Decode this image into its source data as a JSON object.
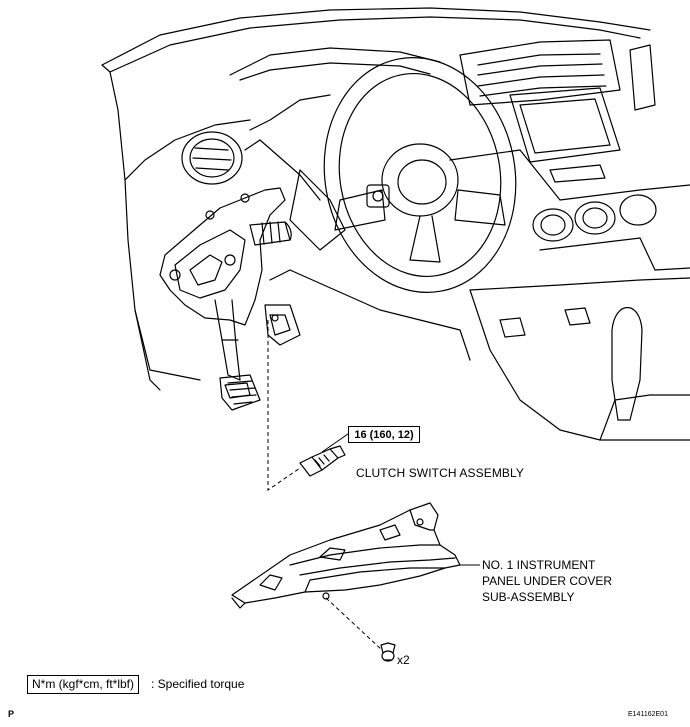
{
  "labels": {
    "torque_value": "16 (160, 12)",
    "clutch_switch": "CLUTCH SWITCH ASSEMBLY",
    "instrument_panel": [
      "NO. 1 INSTRUMENT",
      "PANEL UNDER COVER",
      "SUB-ASSEMBLY"
    ],
    "quantity": "x2"
  },
  "legend": {
    "box_text": "N*m (kgf*cm, ft*lbf)",
    "description": ": Specified torque"
  },
  "footer": {
    "page_code": "P",
    "figure_id": "E141162E01"
  }
}
